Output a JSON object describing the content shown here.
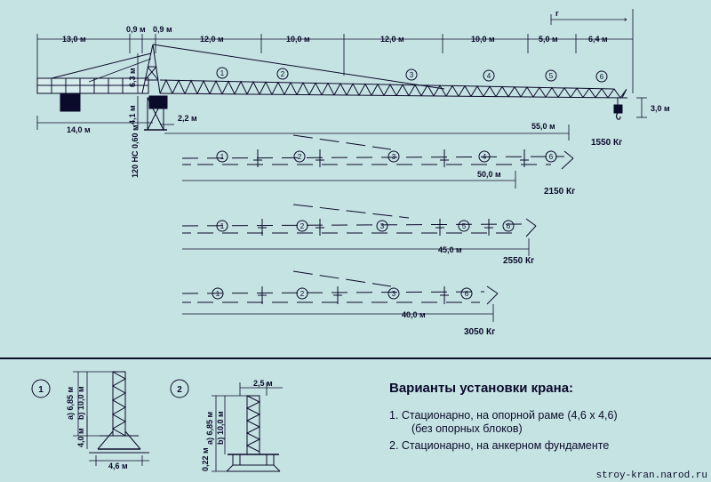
{
  "main_view": {
    "top_dims": [
      "13,0 м",
      "0,9 м",
      "0,9 м",
      "12,0 м",
      "10,0 м",
      "12,0 м",
      "10,0 м",
      "5,0 м",
      "6,4 м"
    ],
    "radius_symbol": "r",
    "mast_dims": {
      "h_upper": "6,3 м",
      "h_lower": "4,1 м",
      "offset": "2,2 м",
      "counter": "14,0 м",
      "hook": "3,0 м"
    },
    "side_label": "120 НС 0,60 м",
    "sections": [
      "1",
      "2",
      "3",
      "4",
      "5",
      "6"
    ],
    "reach": "55,0 м",
    "load": "1550 Кг"
  },
  "configs": [
    {
      "sections": [
        "1",
        "2",
        "3",
        "4",
        "6"
      ],
      "reach": "50,0 м",
      "load": "2150 Кг"
    },
    {
      "sections": [
        "1",
        "2",
        "3",
        "5",
        "6"
      ],
      "reach": "45,0 м",
      "load": "2550 Кг"
    },
    {
      "sections": [
        "1",
        "2",
        "3",
        "6"
      ],
      "reach": "40,0 м",
      "load": "3050 Кг"
    }
  ],
  "variant1": {
    "number": "1",
    "dim_a": "a) 6,85 м",
    "dim_b": "b) 10,0 м",
    "base_h": "4,0 м",
    "base_w": "4,6 м"
  },
  "variant2": {
    "number": "2",
    "top_w": "2,5 м",
    "dim_a": "a) 6,85 м",
    "dim_b": "b) 10,0 м",
    "depth": "0,22 м"
  },
  "legend": {
    "title": "Варианты установки крана:",
    "item1_line1": "1. Стационарно, на опорной раме (4,6 х 4,6)",
    "item1_line2": "(без опорных блоков)",
    "item2": "2. Стационарно, на анкерном фундаменте"
  },
  "credit": "stroy-kran.narod.ru",
  "colors": {
    "background": "#c6e3e3",
    "line": "#0a0a2a"
  }
}
